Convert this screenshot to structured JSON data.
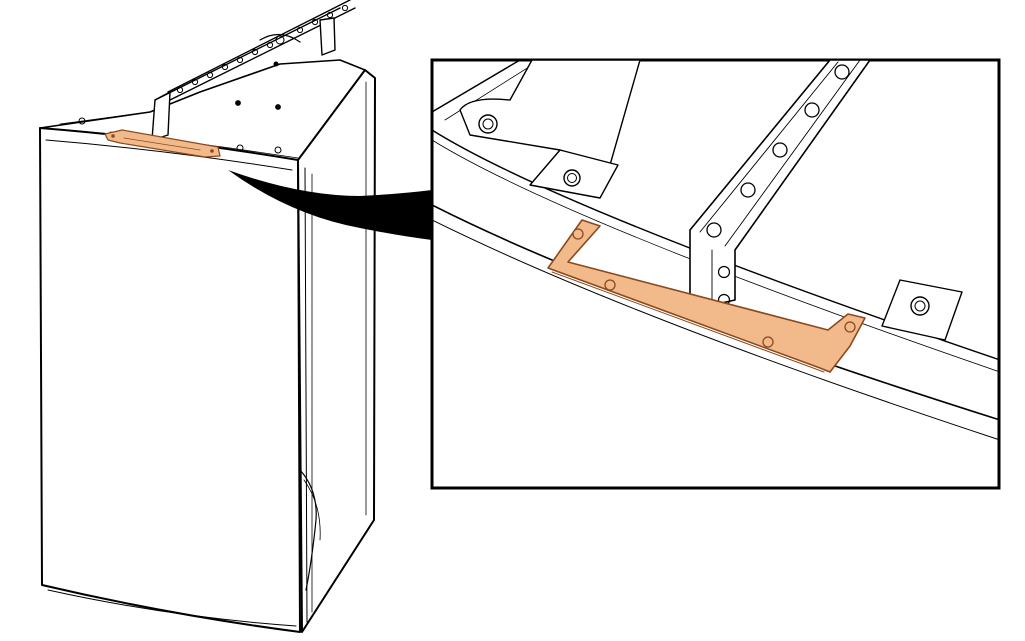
{
  "figure": {
    "subject": "loudspeaker-enclosure",
    "highlight_part": "rigging-bracket",
    "colors": {
      "background": "#ffffff",
      "line": "#000000",
      "highlight_fill": "#f2b98a",
      "highlight_stroke": "#8a4a1e",
      "shade": "#e6e6e6",
      "callout": "#000000"
    },
    "icons": [
      "detail-callout",
      "magnifier-inset"
    ]
  }
}
